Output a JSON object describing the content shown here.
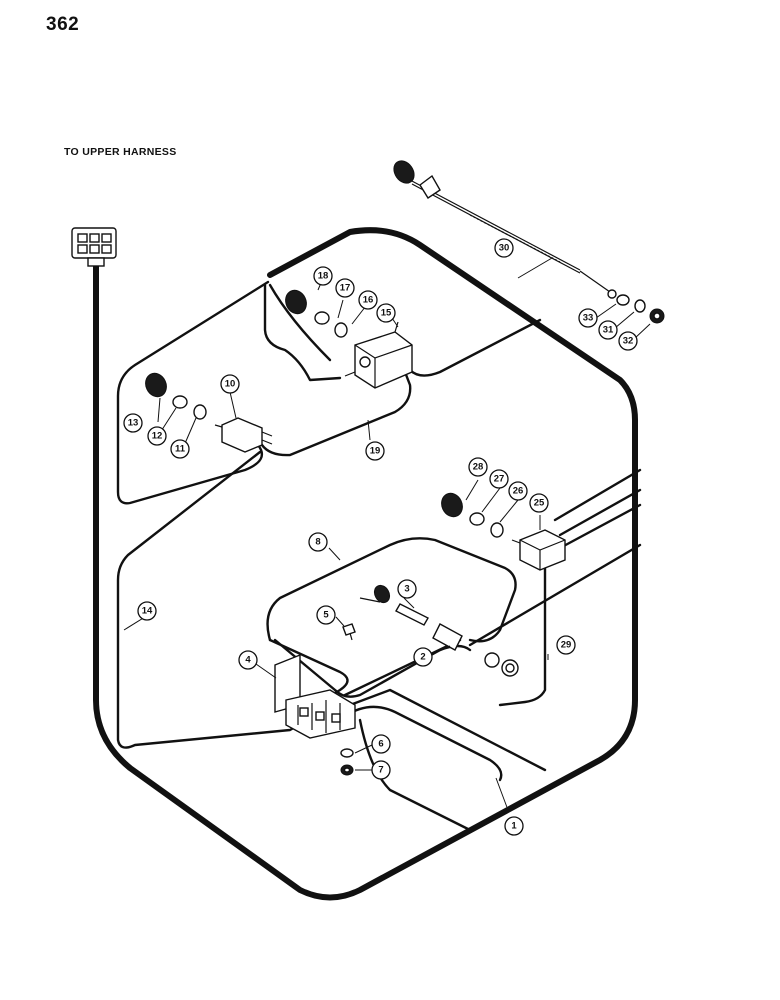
{
  "page_number": "362",
  "upper_harness_label": "TO UPPER HARNESS",
  "callouts": [
    {
      "id": "c1",
      "label": "1"
    },
    {
      "id": "c2",
      "label": "2"
    },
    {
      "id": "c3",
      "label": "3"
    },
    {
      "id": "c4",
      "label": "4"
    },
    {
      "id": "c5",
      "label": "5"
    },
    {
      "id": "c6",
      "label": "6"
    },
    {
      "id": "c7",
      "label": "7"
    },
    {
      "id": "c8",
      "label": "8"
    },
    {
      "id": "c10",
      "label": "10"
    },
    {
      "id": "c11",
      "label": "11"
    },
    {
      "id": "c12",
      "label": "12"
    },
    {
      "id": "c13",
      "label": "13"
    },
    {
      "id": "c14",
      "label": "14"
    },
    {
      "id": "c15",
      "label": "15"
    },
    {
      "id": "c16",
      "label": "16"
    },
    {
      "id": "c17",
      "label": "17"
    },
    {
      "id": "c18",
      "label": "18"
    },
    {
      "id": "c19",
      "label": "19"
    },
    {
      "id": "c25",
      "label": "25"
    },
    {
      "id": "c26",
      "label": "26"
    },
    {
      "id": "c27",
      "label": "27"
    },
    {
      "id": "c28",
      "label": "28"
    },
    {
      "id": "c29",
      "label": "29"
    },
    {
      "id": "c30",
      "label": "30"
    },
    {
      "id": "c31",
      "label": "31"
    },
    {
      "id": "c32",
      "label": "32"
    },
    {
      "id": "c33",
      "label": "33"
    }
  ]
}
